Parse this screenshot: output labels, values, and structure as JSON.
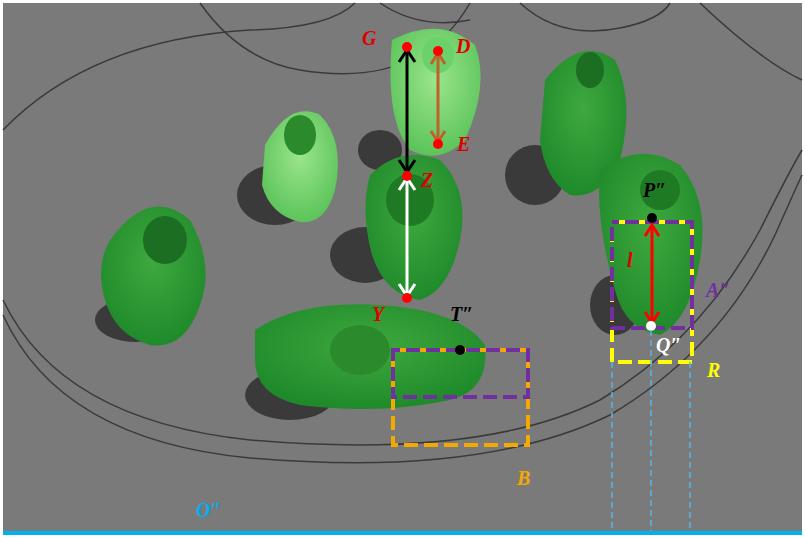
{
  "diagram": {
    "labels": [
      "G",
      "D",
      "E",
      "Z",
      "Y",
      "T″",
      "P″",
      "l",
      "A″",
      "Q″",
      "R",
      "B",
      "O″"
    ]
  }
}
